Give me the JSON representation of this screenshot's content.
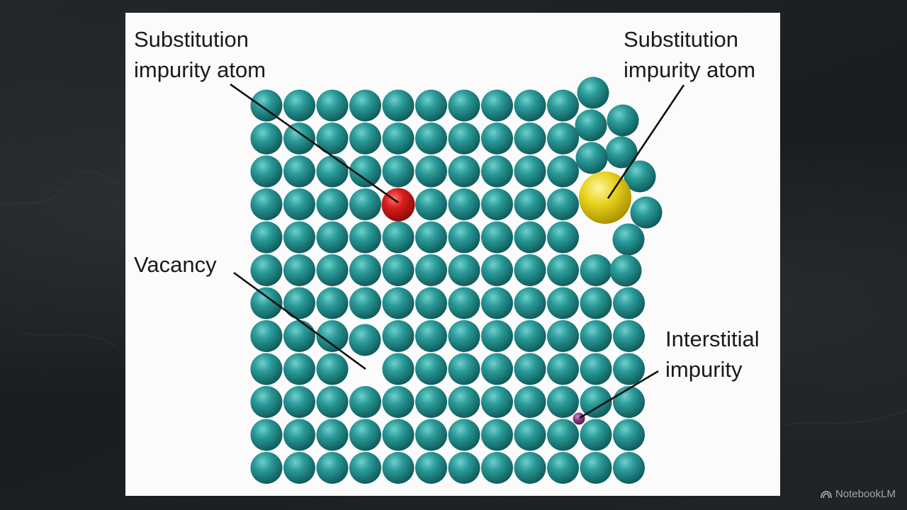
{
  "labels": {
    "top_left": {
      "line1": "Substitution",
      "line2": "impurity atom"
    },
    "top_right": {
      "line1": "Substitution",
      "line2": "impurity atom"
    },
    "vacancy": "Vacancy",
    "interstitial": {
      "line1": "Interstitial",
      "line2": "impurity"
    }
  },
  "lattice": {
    "rows": 12,
    "cols": 12,
    "vacancy_cell": {
      "row": 8,
      "col": 3
    },
    "red_substitution_cell": {
      "row": 3,
      "col": 4
    }
  },
  "colors": {
    "host_atom": "#2a9a98",
    "red_impurity": "#d81e1e",
    "yellow_impurity": "#e8d21c",
    "interstitial_impurity": "#8e3d84",
    "leader_line": "#111111"
  },
  "watermark": {
    "icon": "notebooklm-logo-icon",
    "text": "NotebookLM"
  }
}
